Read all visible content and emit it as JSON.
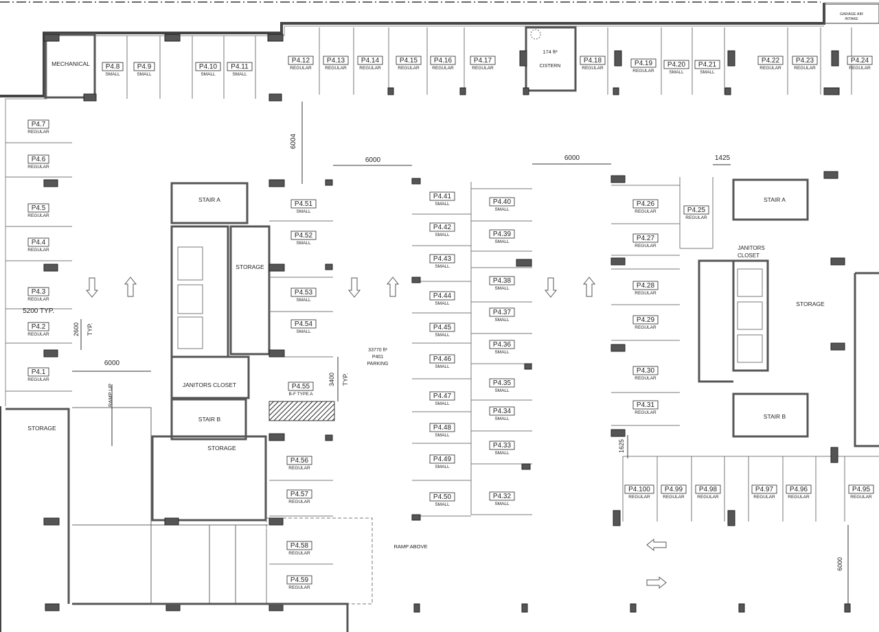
{
  "rooms": {
    "mechanical": "MECHANICAL",
    "stair_a_left": "STAIR A",
    "stair_b_left": "STAIR B",
    "janitors_left": "JANITORS CLOSET",
    "storage_center": "STORAGE",
    "storage_lower": "STORAGE",
    "storage_left": "STORAGE",
    "stair_a_right": "STAIR A",
    "stair_b_right": "STAIR B",
    "janitors_right_1": "JANITORS",
    "janitors_right_2": "CLOSET",
    "storage_right": "STORAGE",
    "cistern_area": "174 ft²",
    "cistern": "CISTERN",
    "garage_air_1": "GARAGE AIR",
    "garage_air_2": "INTAKE",
    "parking_area": "33770 ft²",
    "parking_tag": "P401",
    "parking_label": "PARKING",
    "ramp_up": "RAMP UP",
    "ramp_above": "RAMP ABOVE"
  },
  "dimensions": {
    "d6004": "6004",
    "d6000_a": "6000",
    "d6000_b": "6000",
    "d1425": "1425",
    "d5200": "5200 TYP.",
    "d2600": "2600",
    "d2600_typ": "TYP.",
    "d6000_left": "6000",
    "d3400": "3400",
    "d3400_typ": "TYP.",
    "d1625": "1625",
    "d6000_right": "6000"
  },
  "stalls": [
    {
      "id": "P4.8",
      "type": "SMALL"
    },
    {
      "id": "P4.9",
      "type": "SMALL"
    },
    {
      "id": "P4.10",
      "type": "SMALL"
    },
    {
      "id": "P4.11",
      "type": "SMALL"
    },
    {
      "id": "P4.12",
      "type": "REGULAR"
    },
    {
      "id": "P4.13",
      "type": "REGULAR"
    },
    {
      "id": "P4.14",
      "type": "REGULAR"
    },
    {
      "id": "P4.15",
      "type": "REGULAR"
    },
    {
      "id": "P4.16",
      "type": "REGULAR"
    },
    {
      "id": "P4.17",
      "type": "REGULAR"
    },
    {
      "id": "P4.18",
      "type": "REGULAR"
    },
    {
      "id": "P4.19",
      "type": "REGULAR"
    },
    {
      "id": "P4.20",
      "type": "SMALL"
    },
    {
      "id": "P4.21",
      "type": "SMALL"
    },
    {
      "id": "P4.22",
      "type": "REGULAR"
    },
    {
      "id": "P4.23",
      "type": "REGULAR"
    },
    {
      "id": "P4.24",
      "type": "REGULAR"
    },
    {
      "id": "P4.7",
      "type": "REGULAR"
    },
    {
      "id": "P4.6",
      "type": "REGULAR"
    },
    {
      "id": "P4.5",
      "type": "REGULAR"
    },
    {
      "id": "P4.4",
      "type": "REGULAR"
    },
    {
      "id": "P4.3",
      "type": "REGULAR"
    },
    {
      "id": "P4.2",
      "type": "REGULAR"
    },
    {
      "id": "P4.1",
      "type": "REGULAR"
    },
    {
      "id": "P4.51",
      "type": "SMALL"
    },
    {
      "id": "P4.52",
      "type": "SMALL"
    },
    {
      "id": "P4.53",
      "type": "SMALL"
    },
    {
      "id": "P4.54",
      "type": "SMALL"
    },
    {
      "id": "P4.55",
      "type": "B-F TYPE A"
    },
    {
      "id": "P4.56",
      "type": "REGULAR"
    },
    {
      "id": "P4.57",
      "type": "REGULAR"
    },
    {
      "id": "P4.58",
      "type": "REGULAR"
    },
    {
      "id": "P4.59",
      "type": "REGULAR"
    },
    {
      "id": "P4.41",
      "type": "SMALL"
    },
    {
      "id": "P4.42",
      "type": "SMALL"
    },
    {
      "id": "P4.43",
      "type": "SMALL"
    },
    {
      "id": "P4.44",
      "type": "SMALL"
    },
    {
      "id": "P4.45",
      "type": "SMALL"
    },
    {
      "id": "P4.46",
      "type": "SMALL"
    },
    {
      "id": "P4.47",
      "type": "SMALL"
    },
    {
      "id": "P4.48",
      "type": "SMALL"
    },
    {
      "id": "P4.49",
      "type": "SMALL"
    },
    {
      "id": "P4.50",
      "type": "SMALL"
    },
    {
      "id": "P4.40",
      "type": "SMALL"
    },
    {
      "id": "P4.39",
      "type": "SMALL"
    },
    {
      "id": "P4.38",
      "type": "SMALL"
    },
    {
      "id": "P4.37",
      "type": "SMALL"
    },
    {
      "id": "P4.36",
      "type": "SMALL"
    },
    {
      "id": "P4.35",
      "type": "SMALL"
    },
    {
      "id": "P4.34",
      "type": "SMALL"
    },
    {
      "id": "P4.33",
      "type": "SMALL"
    },
    {
      "id": "P4.32",
      "type": "SMALL"
    },
    {
      "id": "P4.26",
      "type": "REGULAR"
    },
    {
      "id": "P4.27",
      "type": "REGULAR"
    },
    {
      "id": "P4.28",
      "type": "REGULAR"
    },
    {
      "id": "P4.29",
      "type": "REGULAR"
    },
    {
      "id": "P4.30",
      "type": "REGULAR"
    },
    {
      "id": "P4.31",
      "type": "REGULAR"
    },
    {
      "id": "P4.25",
      "type": "REGULAR"
    },
    {
      "id": "P4.100",
      "type": "REGULAR"
    },
    {
      "id": "P4.99",
      "type": "REGULAR"
    },
    {
      "id": "P4.98",
      "type": "REGULAR"
    },
    {
      "id": "P4.97",
      "type": "REGULAR"
    },
    {
      "id": "P4.96",
      "type": "REGULAR"
    },
    {
      "id": "P4.95",
      "type": "REGULAR"
    }
  ]
}
